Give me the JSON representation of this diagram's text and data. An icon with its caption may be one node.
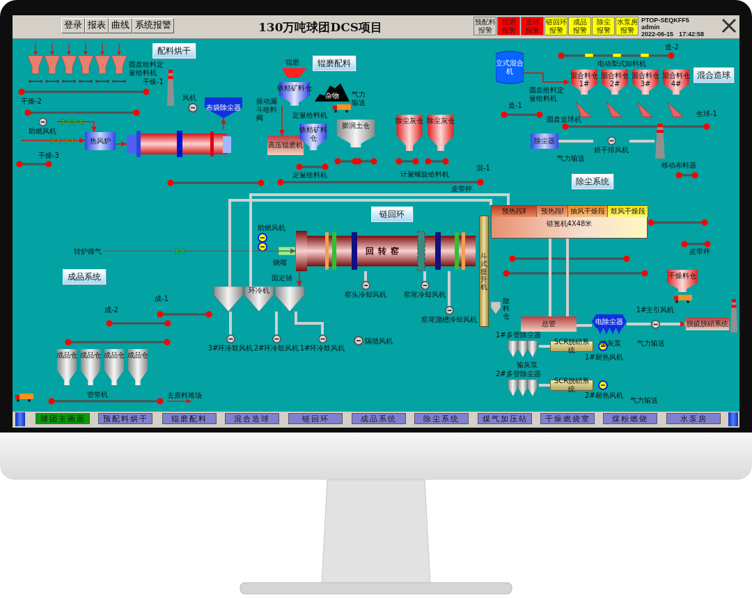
{
  "diagram": {
    "title": "130万吨球团DCS项目",
    "nodes": [
      {
        "text": [
          "配料烘干"
        ]
      },
      {
        "text": [
          "热风炉"
        ]
      },
      {
        "text": [
          "布袋除尘器"
        ]
      },
      {
        "text": [],
        "shape": "cylinder"
      },
      {
        "text": [
          "辊磨配料"
        ]
      },
      {
        "text": [
          "铁精矿料仓"
        ]
      },
      {
        "text": [
          "杂物"
        ]
      },
      {
        "text": [
          "高压辊磨机"
        ]
      },
      {
        "text": [
          "铁精矿料仓"
        ]
      },
      {
        "text": [
          "膨润土仓"
        ]
      },
      {
        "text": [
          "除尘灰仓"
        ]
      },
      {
        "text": [
          "除尘灰仓"
        ]
      },
      {
        "text": [
          "立式混合机"
        ]
      },
      {
        "text": [
          "混合料仓 1#"
        ]
      },
      {
        "text": [
          "混合料仓 2#"
        ]
      },
      {
        "text": [
          "混合料仓 3#"
        ]
      },
      {
        "text": [
          "混合料仓 4#"
        ]
      },
      {
        "text": [
          "混合造球"
        ]
      },
      {
        "text": [
          "除尘器"
        ]
      },
      {
        "text": [
          "除尘系统"
        ]
      },
      {
        "text": [
          "链回环"
        ]
      },
      {
        "text": [
          "回转窑"
        ]
      },
      {
        "text": [
          "环冷机"
        ]
      },
      {
        "text": [
          "成品系统"
        ]
      },
      {
        "text": [
          "成品仓"
        ]
      },
      {
        "text": [
          "成品仓"
        ]
      },
      {
        "text": [
          "成品仓"
        ]
      },
      {
        "text": [
          "成品仓"
        ]
      },
      {
        "text": [
          "链篦机4X48米"
        ]
      },
      {
        "text": [
          "预热段Ⅱ"
        ],
        "in": 28
      },
      {
        "text": [
          "预热段Ⅰ"
        ],
        "in": 28
      },
      {
        "text": [
          "抽风干燥段"
        ],
        "in": 28
      },
      {
        "text": [
          "鼓风干燥段"
        ],
        "in": 28
      },
      {
        "text": [
          "斗式提升机"
        ]
      },
      {
        "text": [
          "总管"
        ]
      },
      {
        "text": [
          "电除尘器"
        ]
      },
      {
        "text": [
          "脱硫脱硝系统"
        ]
      },
      {
        "text": [
          "SCR脱硝系统"
        ]
      },
      {
        "text": [
          "SCR脱硝系统"
        ]
      },
      {
        "text": [
          "1#多管除尘器"
        ]
      },
      {
        "text": [
          "2#多管除尘器"
        ]
      },
      {
        "text": [
          "干燥料仓"
        ]
      },
      {
        "text": [
          "散料仓"
        ]
      },
      {
        "text": [
          "转炉煤气"
        ]
      },
      {
        "text": [],
        "shape": "chimney"
      },
      {
        "text": [
          "烘干排风机"
        ]
      },
      {
        "text": [
          "助燃风机"
        ]
      },
      {
        "text": [
          "3#环冷鼓风机"
        ]
      },
      {
        "text": [
          "2#环冷鼓风机"
        ]
      },
      {
        "text": [
          "1#环冷鼓风机"
        ]
      },
      {
        "text": [
          "窑头冷却风机"
        ]
      },
      {
        "text": [
          "窑尾冷却风机"
        ]
      },
      {
        "text": [
          "窑尾溜槽冷却风机"
        ]
      },
      {
        "text": [
          "1#主引风机"
        ]
      },
      {
        "text": [],
        "shape": "chimney"
      },
      {
        "text": [],
        "shape": "chimney"
      }
    ],
    "edges": [
      {
        "from": 1,
        "to": 3,
        "arrow": "to",
        "color": "#e01010"
      },
      {
        "from": 3,
        "to": 2,
        "arrow": "to",
        "color": "#e01010"
      },
      {
        "from": 5,
        "to": 7,
        "arrow": "to",
        "color": "#e01010"
      },
      {
        "from": 12,
        "to": 13,
        "arrow": "to",
        "color": "#e01010"
      },
      {
        "from": 21,
        "to": 22,
        "arrow": "to",
        "color": "#e01010"
      },
      {
        "from": 34,
        "to": 35,
        "arrow": "none"
      },
      {
        "from": 35,
        "to": 53,
        "arrow": "none"
      },
      {
        "from": 39,
        "to": 37,
        "arrow": "none"
      },
      {
        "from": 40,
        "to": 38,
        "arrow": "none"
      },
      {
        "from": 43,
        "to": 21,
        "arrow": "to",
        "color": "#606060"
      },
      {
        "from": 53,
        "to": 36,
        "arrow": "to"
      },
      {
        "from": 22,
        "to": 28,
        "arrow": "none"
      },
      {
        "from": 22,
        "to": 28,
        "arrow": "none"
      },
      {
        "from": 28,
        "to": 34,
        "arrow": "none"
      },
      {
        "from": 28,
        "to": 34,
        "arrow": "none"
      },
      {
        "from": 18,
        "to": 45,
        "arrow": "none"
      },
      {
        "from": 45,
        "to": 44,
        "arrow": "none"
      },
      {
        "from": 46,
        "to": 1,
        "arrow": "to",
        "color": "#e01010"
      },
      {
        "from": null,
        "to": 1,
        "arrow": "to",
        "color": "#e01010"
      },
      {
        "from": 47,
        "to": 22,
        "arrow": "none"
      },
      {
        "from": 48,
        "to": 22,
        "arrow": "none"
      },
      {
        "from": 49,
        "to": 22,
        "arrow": "none"
      },
      {
        "from": 50,
        "to": 21,
        "arrow": "none"
      },
      {
        "from": 51,
        "to": 21,
        "arrow": "none"
      },
      {
        "from": 52,
        "to": 21,
        "arrow": "none"
      }
    ],
    "labels": [
      "登录",
      "报表",
      "曲线",
      "系统报警",
      "预配料报警",
      "辊磨报警",
      "造球报警",
      "链回环报警",
      "成品报警",
      "除尘报警",
      "水泵房报警",
      "PTOP-SEQKFF5",
      "admin",
      "2022-06-15",
      "17:42:58",
      "圆盘给料定量给料机",
      "干燥-1",
      "干燥-2",
      "干燥-3",
      "风机",
      "辊磨",
      "振动漏斗给料阀",
      "定量给料机",
      "气力输送",
      "定量给料机",
      "计量螺旋给料机",
      "皮带秤",
      "混-1",
      "电动犁式卸料机",
      "造-2",
      "圆盘给料定量给料机",
      "造-1",
      "圆盘造球机",
      "生球-1",
      "气力输送",
      "移动布料器",
      "皮带秤",
      "助燃风机",
      "烧嘴",
      "固定筛",
      "隔墙风机",
      "成-1",
      "成-2",
      "管带机",
      "去原料堆场",
      "输灰泵",
      "气力输送",
      "输灰泵",
      "1#耐热风机",
      "2#耐热风机",
      "气力输送",
      "球团主画面",
      "预配料烘干",
      "辊磨配料",
      "混合造球",
      "链回环",
      "成品系统",
      "除尘系统",
      "煤气加压站",
      "干燥燃烧室",
      "煤粉燃烧",
      "水泵房"
    ]
  }
}
